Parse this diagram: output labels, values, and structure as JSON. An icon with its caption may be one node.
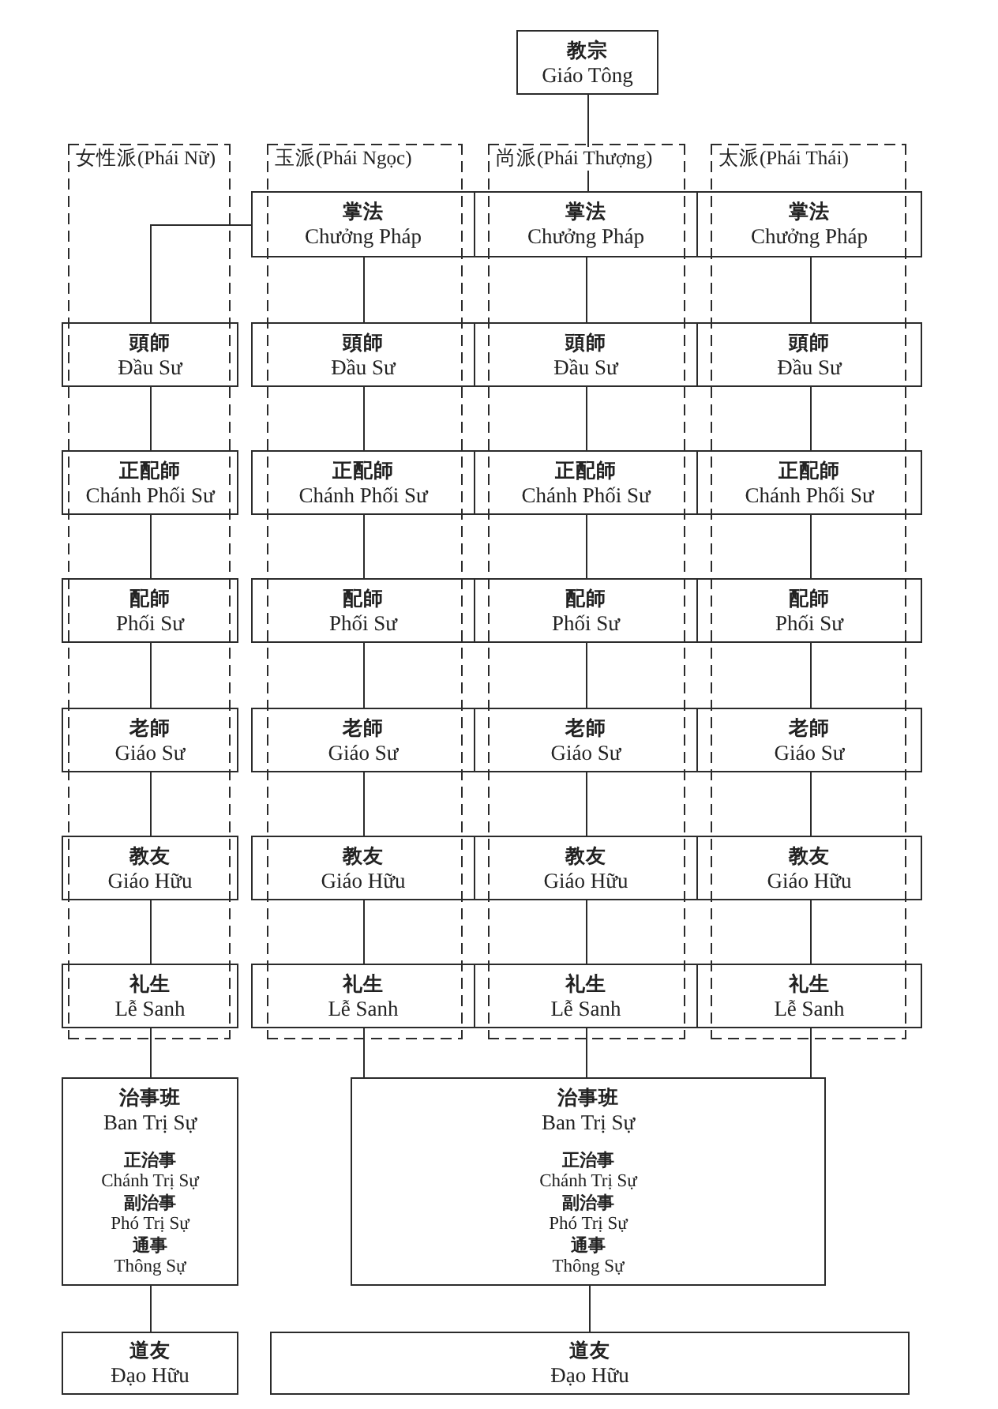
{
  "diagram": {
    "nodes": [
      {
        "text": [
          "教宗",
          "Giáo Tông"
        ]
      },
      {
        "text": [
          "女性派(Phái Nữ)"
        ]
      },
      {
        "text": [
          "玉派(Phái Ngọc)"
        ]
      },
      {
        "text": [
          "尚派(Phái Thượng)"
        ]
      },
      {
        "text": [
          "太派(Phái Thái)"
        ]
      },
      {
        "text": [
          "掌法",
          "Chưởng Pháp"
        ],
        "in": 2
      },
      {
        "text": [
          "掌法",
          "Chưởng Pháp"
        ],
        "in": 3
      },
      {
        "text": [
          "掌法",
          "Chưởng Pháp"
        ],
        "in": 4
      },
      {
        "text": [
          "頭師",
          "Đầu Sư"
        ],
        "in": 1
      },
      {
        "text": [
          "頭師",
          "Đầu Sư"
        ],
        "in": 2
      },
      {
        "text": [
          "頭師",
          "Đầu Sư"
        ],
        "in": 3
      },
      {
        "text": [
          "頭師",
          "Đầu Sư"
        ],
        "in": 4
      },
      {
        "text": [
          "正配師",
          "Chánh Phối Sư"
        ],
        "in": 1
      },
      {
        "text": [
          "正配師",
          "Chánh Phối Sư"
        ],
        "in": 2
      },
      {
        "text": [
          "正配師",
          "Chánh Phối Sư"
        ],
        "in": 3
      },
      {
        "text": [
          "正配師",
          "Chánh Phối Sư"
        ],
        "in": 4
      },
      {
        "text": [
          "配師",
          "Phối Sư"
        ],
        "in": 1
      },
      {
        "text": [
          "配師",
          "Phối Sư"
        ],
        "in": 2
      },
      {
        "text": [
          "配師",
          "Phối Sư"
        ],
        "in": 3
      },
      {
        "text": [
          "配師",
          "Phối Sư"
        ],
        "in": 4
      },
      {
        "text": [
          "老師",
          "Giáo Sư"
        ],
        "in": 1
      },
      {
        "text": [
          "老師",
          "Giáo Sư"
        ],
        "in": 2
      },
      {
        "text": [
          "老師",
          "Giáo Sư"
        ],
        "in": 3
      },
      {
        "text": [
          "老師",
          "Giáo Sư"
        ],
        "in": 4
      },
      {
        "text": [
          "教友",
          "Giáo Hữu"
        ],
        "in": 1
      },
      {
        "text": [
          "教友",
          "Giáo Hữu"
        ],
        "in": 2
      },
      {
        "text": [
          "教友",
          "Giáo Hữu"
        ],
        "in": 3
      },
      {
        "text": [
          "教友",
          "Giáo Hữu"
        ],
        "in": 4
      },
      {
        "text": [
          "礼生",
          "Lễ Sanh"
        ],
        "in": 1
      },
      {
        "text": [
          "礼生",
          "Lễ Sanh"
        ],
        "in": 2
      },
      {
        "text": [
          "礼生",
          "Lễ Sanh"
        ],
        "in": 3
      },
      {
        "text": [
          "礼生",
          "Lễ Sanh"
        ],
        "in": 4
      },
      {
        "text": [
          "治事班",
          "Ban Trị Sự",
          "正治事",
          "Chánh Trị Sự",
          "副治事",
          "Phó Trị Sự",
          "通事",
          "Thông Sự"
        ]
      },
      {
        "text": [
          "治事班",
          "Ban Trị Sự",
          "正治事",
          "Chánh Trị Sự",
          "副治事",
          "Phó Trị Sự",
          "通事",
          "Thông Sự"
        ]
      },
      {
        "text": [
          "道友",
          "Đạo Hữu"
        ]
      },
      {
        "text": [
          "道友",
          "Đạo Hữu"
        ]
      }
    ],
    "edges": [
      {
        "from": 0,
        "to": 6,
        "arrow": "none"
      },
      {
        "from": 5,
        "to": 8,
        "arrow": "none"
      },
      {
        "from": 5,
        "to": 9,
        "arrow": "none"
      },
      {
        "from": 6,
        "to": 10,
        "arrow": "none"
      },
      {
        "from": 7,
        "to": 11,
        "arrow": "none"
      },
      {
        "from": 8,
        "to": 12,
        "arrow": "none"
      },
      {
        "from": 9,
        "to": 13,
        "arrow": "none"
      },
      {
        "from": 10,
        "to": 14,
        "arrow": "none"
      },
      {
        "from": 11,
        "to": 15,
        "arrow": "none"
      },
      {
        "from": 12,
        "to": 16,
        "arrow": "none"
      },
      {
        "from": 13,
        "to": 17,
        "arrow": "none"
      },
      {
        "from": 14,
        "to": 18,
        "arrow": "none"
      },
      {
        "from": 15,
        "to": 19,
        "arrow": "none"
      },
      {
        "from": 16,
        "to": 20,
        "arrow": "none"
      },
      {
        "from": 17,
        "to": 21,
        "arrow": "none"
      },
      {
        "from": 18,
        "to": 22,
        "arrow": "none"
      },
      {
        "from": 19,
        "to": 23,
        "arrow": "none"
      },
      {
        "from": 20,
        "to": 24,
        "arrow": "none"
      },
      {
        "from": 21,
        "to": 25,
        "arrow": "none"
      },
      {
        "from": 22,
        "to": 26,
        "arrow": "none"
      },
      {
        "from": 23,
        "to": 27,
        "arrow": "none"
      },
      {
        "from": 24,
        "to": 28,
        "arrow": "none"
      },
      {
        "from": 25,
        "to": 29,
        "arrow": "none"
      },
      {
        "from": 26,
        "to": 30,
        "arrow": "none"
      },
      {
        "from": 27,
        "to": 31,
        "arrow": "none"
      },
      {
        "from": 28,
        "to": 32,
        "arrow": "none"
      },
      {
        "from": 29,
        "to": 33,
        "arrow": "none"
      },
      {
        "from": 30,
        "to": 33,
        "arrow": "none"
      },
      {
        "from": 31,
        "to": 33,
        "arrow": "none"
      },
      {
        "from": 32,
        "to": 34,
        "arrow": "none"
      },
      {
        "from": 33,
        "to": 35,
        "arrow": "none"
      }
    ]
  }
}
